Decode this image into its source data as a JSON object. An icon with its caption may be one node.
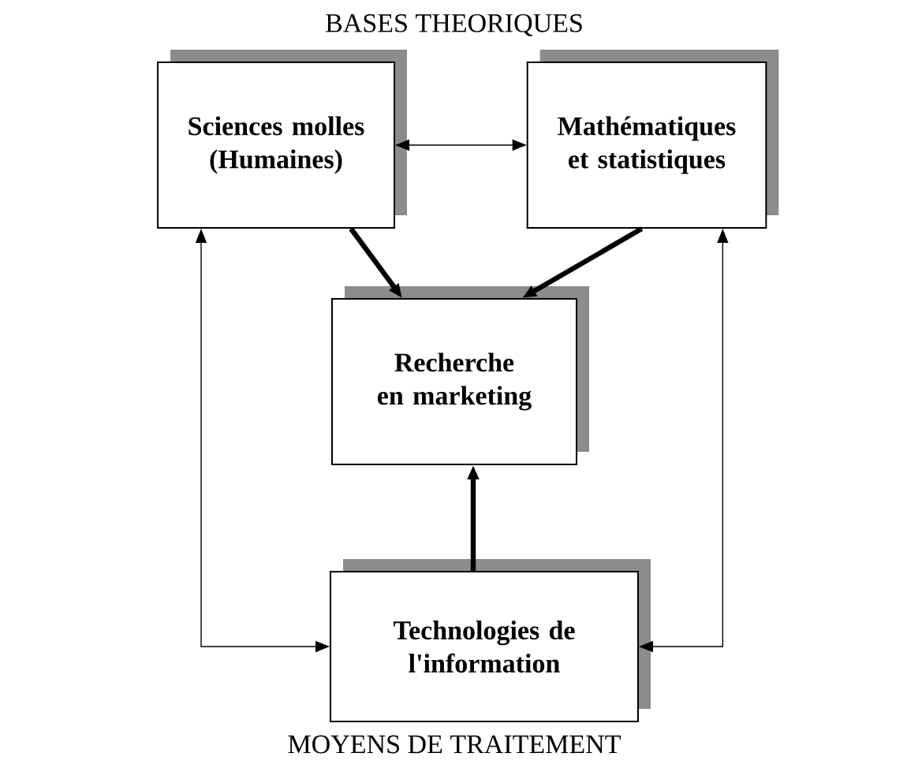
{
  "diagram": {
    "nodes": [
      {
        "text": [
          "Sciences molles (Humaines)"
        ]
      },
      {
        "text": [
          "Mathématiques et statistiques"
        ]
      },
      {
        "text": [
          "Recherche en marketing"
        ]
      },
      {
        "text": [
          "Technologies de l'information"
        ]
      }
    ],
    "edges": [
      {
        "from": 0,
        "to": 1,
        "arrow": "both"
      },
      {
        "from": 0,
        "to": 2,
        "arrow": "to",
        "style": "thick"
      },
      {
        "from": 1,
        "to": 2,
        "arrow": "to",
        "style": "thick"
      },
      {
        "from": 3,
        "to": 2,
        "arrow": "to",
        "style": "thick"
      },
      {
        "from": 0,
        "to": 3,
        "arrow": "both"
      },
      {
        "from": 1,
        "to": 3,
        "arrow": "both"
      }
    ],
    "labels": [
      "BASES THEORIQUES",
      "MOYENS DE TRAITEMENT"
    ]
  }
}
